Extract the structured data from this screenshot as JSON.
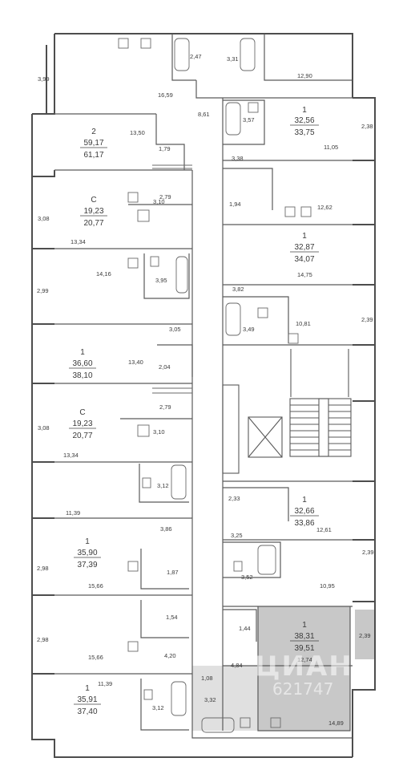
{
  "colors": {
    "wall": "#4d4d4d",
    "highlight": "#c8c8c8",
    "fixture": "#6a6a6a",
    "background": "#ffffff"
  },
  "apartments": [
    {
      "rooms": "2",
      "living": "59,17",
      "total": "61,17"
    },
    {
      "rooms": "С",
      "living": "19,23",
      "total": "20,77"
    },
    {
      "rooms": "1",
      "living": "36,60",
      "total": "38,10"
    },
    {
      "rooms": "С",
      "living": "19,23",
      "total": "20,77"
    },
    {
      "rooms": "1",
      "living": "35,90",
      "total": "37,39"
    },
    {
      "rooms": "1",
      "living": "35,91",
      "total": "37,40"
    },
    {
      "rooms": "1",
      "living": "32,56",
      "total": "33,75"
    },
    {
      "rooms": "1",
      "living": "32,87",
      "total": "34,07"
    },
    {
      "rooms": "1",
      "living": "32,66",
      "total": "33,86"
    },
    {
      "rooms": "1",
      "living": "38,31",
      "total": "39,51",
      "highlighted": true
    }
  ],
  "room_areas": [
    "3,99",
    "16,59",
    "2,47",
    "3,31",
    "12,90",
    "8,61",
    "13,50",
    "1,79",
    "2,79",
    "3,10",
    "3,08",
    "13,34",
    "2,99",
    "14,16",
    "3,95",
    "3,05",
    "13,40",
    "2,04",
    "2,79",
    "3,08",
    "3,10",
    "13,34",
    "3,12",
    "11,39",
    "3,86",
    "2,98",
    "1,87",
    "15,66",
    "1,54",
    "2,98",
    "15,66",
    "4,20",
    "11,39",
    "3,12",
    "2,38",
    "3,57",
    "11,05",
    "3,38",
    "1,94",
    "12,62",
    "14,75",
    "3,82",
    "2,39",
    "3,49",
    "10,81",
    "2,33",
    "3,25",
    "12,61",
    "3,52",
    "2,39",
    "10,95",
    "1,44",
    "2,39",
    "12,74",
    "4,84",
    "1,08",
    "3,32",
    "14,89"
  ],
  "watermark": {
    "brand": "ЦИАН",
    "code": "621747"
  }
}
